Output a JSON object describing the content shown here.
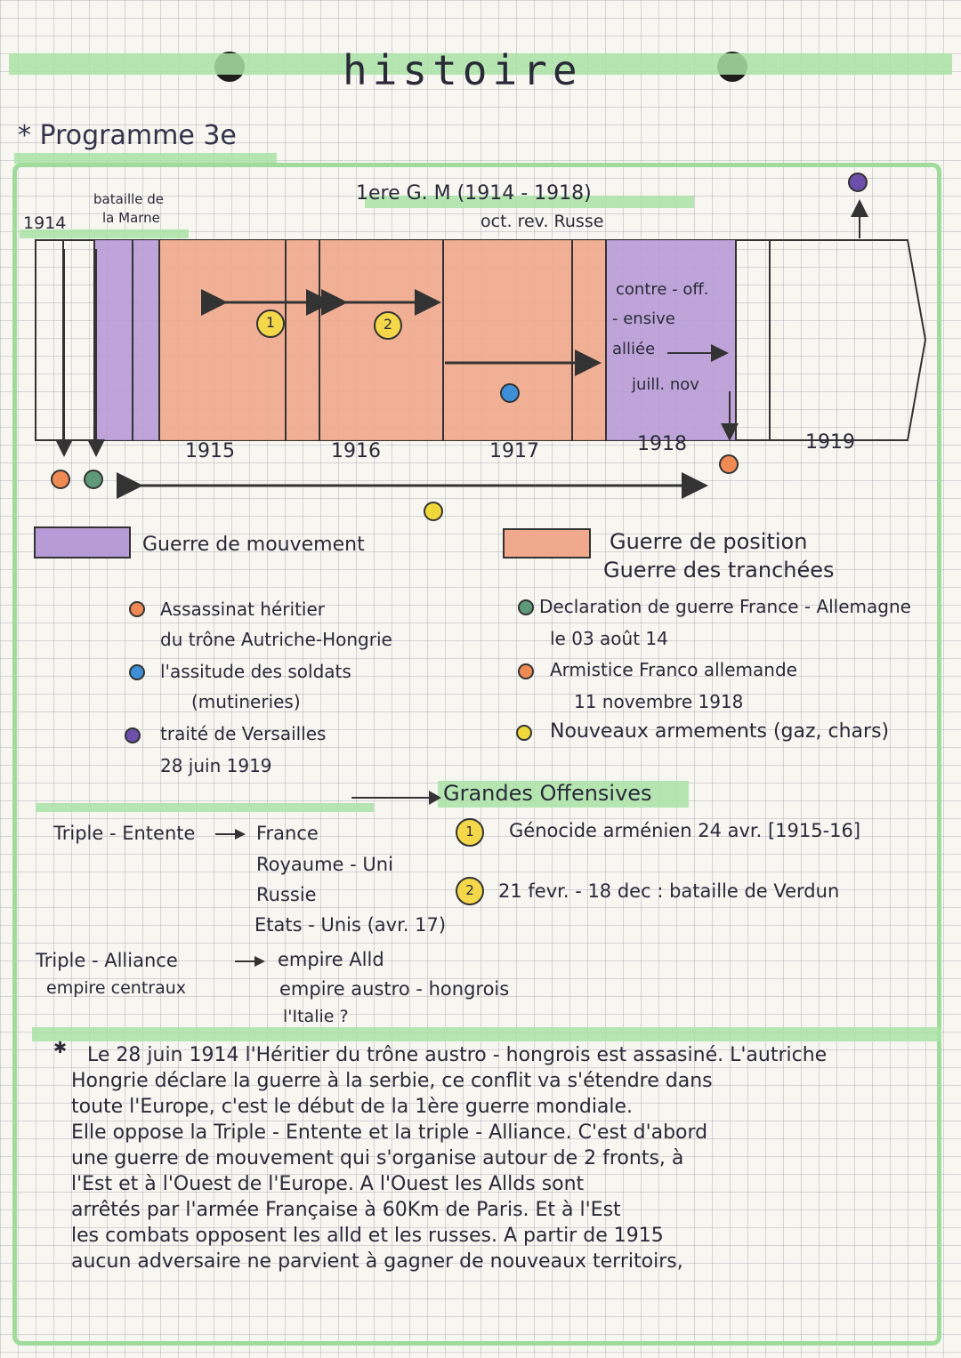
{
  "header": {
    "title": "histoire",
    "subtitle": "* Programme 3e"
  },
  "timeline": {
    "top_title": "1ere G. M (1914 - 1918)",
    "oct_label": "oct. rev. Russe",
    "start_year": "1914",
    "marne_label_1": "bataille de",
    "marne_label_2": "la Marne",
    "years": [
      "1915",
      "1916",
      "1917",
      "1918",
      "1919"
    ],
    "offensive_1": "1",
    "offensive_2": "2",
    "notes_1918": [
      "contre - off.",
      "- ensive",
      "alliée",
      "juill. nov"
    ]
  },
  "legend": {
    "movement": "Guerre de mouvement",
    "position_1": "Guerre de position",
    "position_2": "Guerre des tranchées",
    "items_left": [
      "Assassinat héritier",
      "du trône Autriche-Hongrie",
      "l'assitude des soldats",
      "(mutineries)",
      "traité de Versailles",
      "28 juin 1919"
    ],
    "items_right": [
      "Declaration de guerre France - Allemagne",
      "le 03 août 14",
      "Armistice Franco allemande",
      "11 novembre 1918",
      "Nouveaux armements (gaz, chars)"
    ],
    "colors": {
      "movement": "#b79bd6",
      "position": "#f0a98c",
      "dot_orange": "#f08a55",
      "dot_green": "#5e9a7a",
      "dot_blue": "#3f8fd8",
      "dot_purple": "#6b4fa8",
      "dot_yellow": "#f1d83a"
    }
  },
  "offensives": {
    "heading": "Grandes Offensives",
    "item_1": "Génocide arménien 24 avr. [1915-16]",
    "item_2": "21 fevr. - 18 dec : bataille de Verdun"
  },
  "alliances": {
    "entente_label": "Triple - Entente",
    "entente_members": [
      "France",
      "Royaume - Uni",
      "Russie",
      "Etats - Unis (avr. 17)"
    ],
    "alliance_label_1": "Triple - Alliance",
    "alliance_label_2": "empire centraux",
    "alliance_members": [
      "empire Alld",
      "empire austro - hongrois",
      "l'Italie ?"
    ]
  },
  "paragraph": [
    "Le 28 juin 1914 l'Héritier du trône austro - hongrois est assasiné. L'autriche",
    "Hongrie déclare la guerre à la serbie, ce conflit va s'étendre dans",
    "toute l'Europe, c'est le début de la 1ère guerre mondiale.",
    "Elle oppose la Triple - Entente et la triple - Alliance. C'est d'abord",
    "une guerre de mouvement qui s'organise autour de 2 fronts, à",
    "l'Est et à l'Ouest de l'Europe. A l'Ouest les Allds sont",
    "arrêtés par l'armée Française à 60Km de Paris. Et à l'Est",
    "les combats opposent les alld et les russes. A partir de 1915",
    "aucun adversaire ne parvient à gagner de nouveaux territoirs,"
  ]
}
